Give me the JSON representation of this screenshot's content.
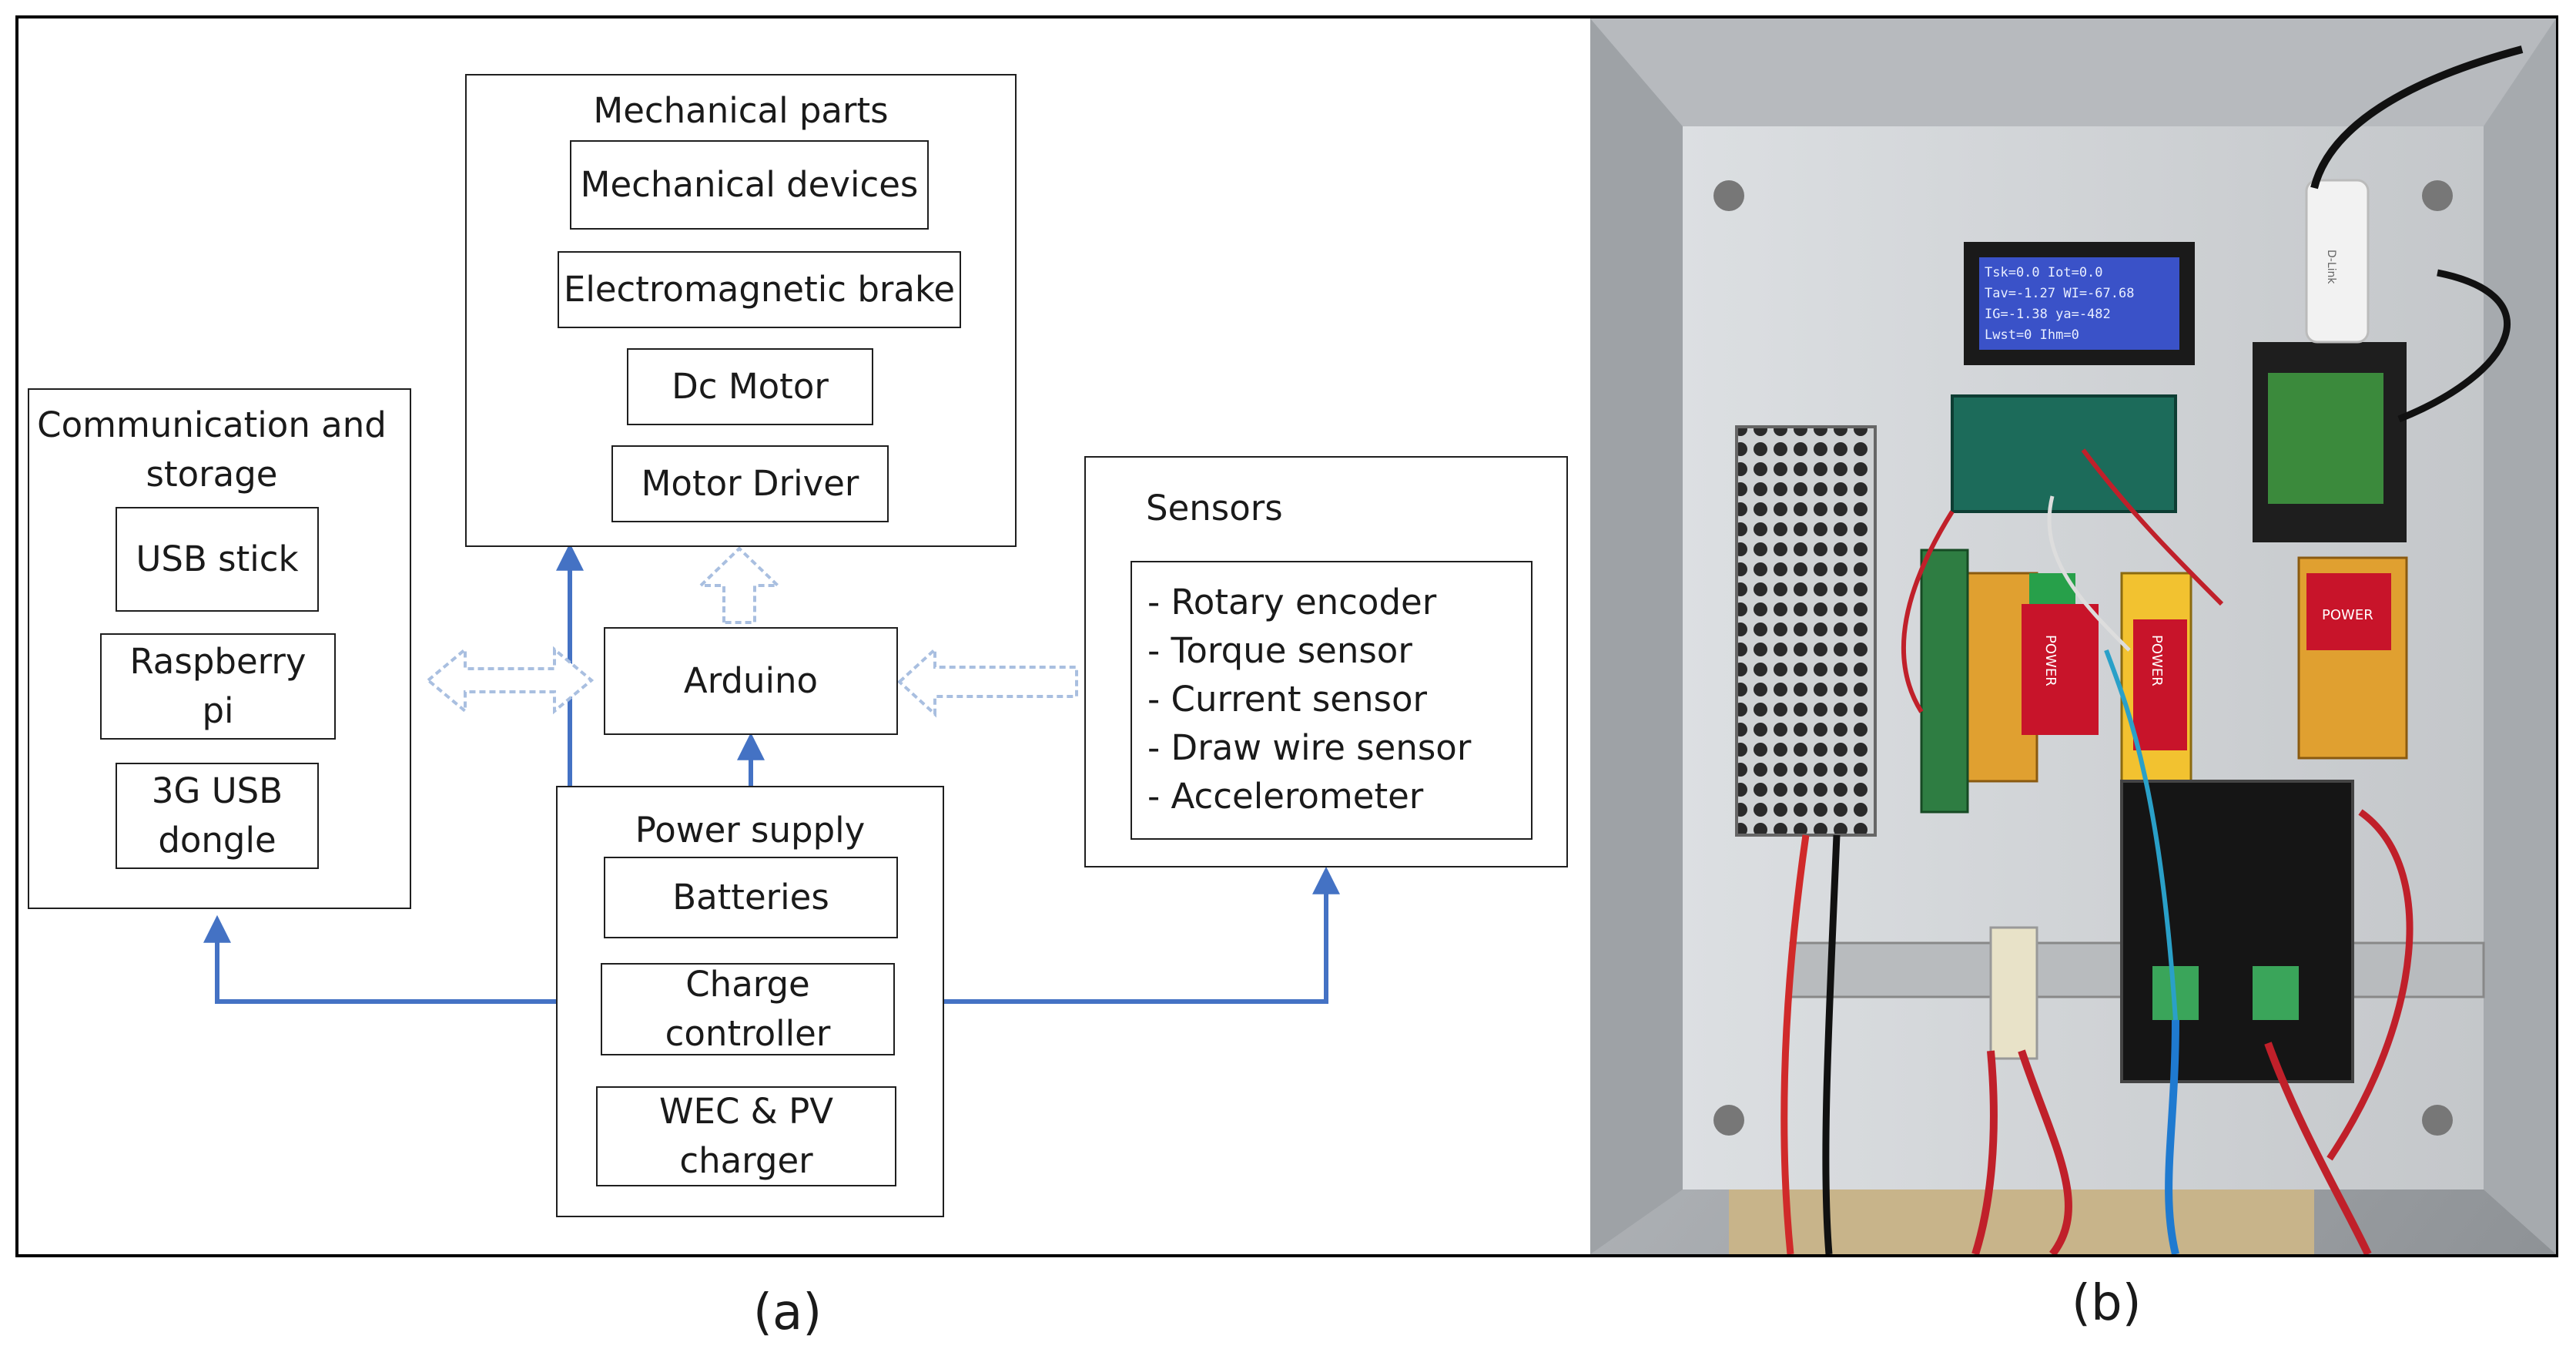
{
  "diagram": {
    "communication": {
      "title": "Communication and storage",
      "items": [
        "USB stick",
        "Raspberry pi",
        "3G USB dongle"
      ]
    },
    "mechanical": {
      "title": "Mechanical parts",
      "items": [
        "Mechanical devices",
        "Electromagnetic brake",
        "Dc Motor",
        "Motor Driver"
      ]
    },
    "arduino": {
      "label": "Arduino"
    },
    "sensors": {
      "title": "Sensors",
      "items": [
        "- Rotary encoder",
        "- Torque sensor",
        "- Current sensor",
        "- Draw wire sensor",
        "- Accelerometer"
      ]
    },
    "power": {
      "title": "Power supply",
      "items": [
        "Batteries",
        "Charge controller",
        "WEC & PV charger"
      ]
    },
    "colors": {
      "arrow": "#4472c4",
      "hollow_arrow": "#a9bfe0"
    }
  },
  "photo": {
    "lcd_lines": [
      "Tsk=0.0  Iot=0.0",
      "Tav=-1.27  WI=-67.68",
      "IG=-1.38  ya=-482",
      "Lwst=0  Ihm=0"
    ],
    "module_labels": [
      "POWER",
      "POWER",
      "POWER"
    ],
    "dlink_label": "D-Link"
  },
  "captions": {
    "a": "(a)",
    "b": "(b)"
  }
}
